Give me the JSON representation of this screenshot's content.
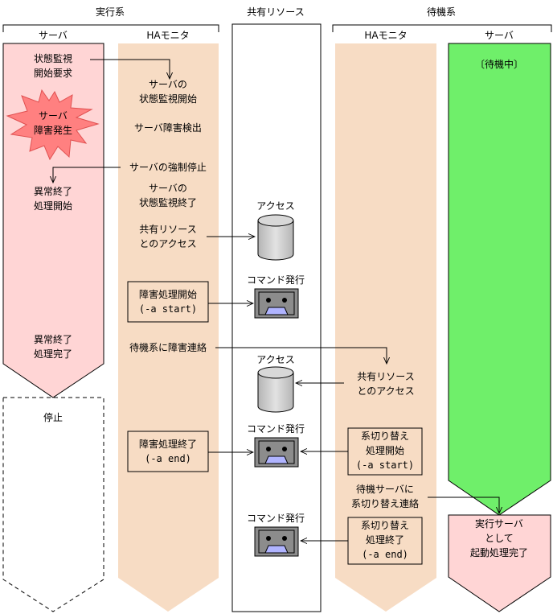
{
  "headers": {
    "active_system": "実行系",
    "shared_resource": "共有リソース",
    "standby_system": "待機系"
  },
  "columns": {
    "active_server": "サーバ",
    "active_ha_monitor": "HAモニタ",
    "standby_ha_monitor": "HAモニタ",
    "standby_server": "サーバ"
  },
  "active_server": {
    "monitor_request": [
      "状態監視",
      "開始要求"
    ],
    "failure_burst": [
      "サーバ",
      "障害発生"
    ],
    "abnormal_end_start": [
      "異常終了",
      "処理開始"
    ],
    "abnormal_end_done": [
      "異常終了",
      "処理完了"
    ],
    "stopped": "停止"
  },
  "active_ha": {
    "monitor_start": [
      "サーバの",
      "状態監視開始"
    ],
    "failure_detect": "サーバ障害検出",
    "force_stop": "サーバの強制停止",
    "monitor_end": [
      "サーバの",
      "状態監視終了"
    ],
    "access_shared": [
      "共有リソース",
      "とのアクセス"
    ],
    "failure_proc_start": [
      "障害処理開始",
      "(-a start)"
    ],
    "notify_standby": "待機系に障害連絡",
    "failure_proc_end": [
      "障害処理終了",
      "(-a end)"
    ]
  },
  "shared": {
    "access_1": "アクセス",
    "command_1": "コマンド発行",
    "access_2": "アクセス",
    "command_2": "コマンド発行",
    "command_3": "コマンド発行"
  },
  "standby_ha": {
    "access_shared": [
      "共有リソース",
      "とのアクセス"
    ],
    "switch_start": [
      "系切り替え",
      "処理開始",
      "(-a start)"
    ],
    "notify_server": [
      "待機サーバに",
      "系切り替え連絡"
    ],
    "switch_end": [
      "系切り替え",
      "処理終了",
      "(-a end)"
    ]
  },
  "standby_server": {
    "waiting": "〔待機中〕",
    "started": [
      "実行サーバ",
      "として",
      "起動処理完了"
    ]
  },
  "colors": {
    "pink": "#ffd5d5",
    "tan": "#f7dcc4",
    "green": "#6fef6a",
    "burst": "#ff8080",
    "device": "#8c8c8c",
    "device_window": "#b0b4ff",
    "cylinder": "#c8c8c8"
  }
}
